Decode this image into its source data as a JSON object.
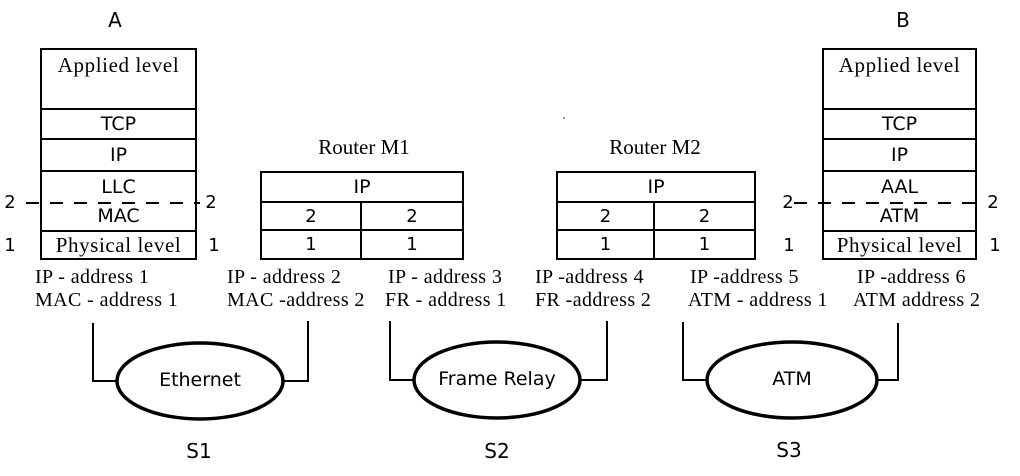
{
  "hosts": {
    "a": {
      "label": "A",
      "layers": {
        "applied": "Applied level",
        "l4": "TCP",
        "l3": "IP",
        "l2_upper": "LLC",
        "l2_lower": "MAC",
        "l1": "Physical level"
      },
      "markers": {
        "layer2": "2",
        "layer1": "1"
      },
      "address_line1": "IP - address 1",
      "address_line2": "MAC - address 1"
    },
    "b": {
      "label": "B",
      "layers": {
        "applied": "Applied level",
        "l4": "TCP",
        "l3": "IP",
        "l2_upper": "AAL",
        "l2_lower": "ATM",
        "l1": "Physical level"
      },
      "markers": {
        "layer2": "2",
        "layer1": "1"
      },
      "address_line1": "IP -address 6",
      "address_line2": "ATM address 2"
    }
  },
  "routers": {
    "m1": {
      "title": "Router M1",
      "net_layer": "IP",
      "row2": [
        "2",
        "2"
      ],
      "row1": [
        "1",
        "1"
      ],
      "left_address_line1": "IP - address 2",
      "left_address_line2": "MAC -address 2",
      "right_address_line1": "IP - address 3",
      "right_address_line2": "FR - address 1"
    },
    "m2": {
      "title": "Router M2",
      "net_layer": "IP",
      "row2": [
        "2",
        "2"
      ],
      "row1": [
        "1",
        "1"
      ],
      "left_address_line1": "IP -address 4",
      "left_address_line2": "FR -address 2",
      "right_address_line1": "IP -address 5",
      "right_address_line2": "ATM - address 1"
    }
  },
  "networks": {
    "s1": {
      "label": "Ethernet",
      "name": "S1"
    },
    "s2": {
      "label": "Frame Relay",
      "name": "S2"
    },
    "s3": {
      "label": "ATM",
      "name": "S3"
    }
  },
  "colors": {
    "line": "#000000",
    "text": "#000000",
    "background": "#ffffff"
  }
}
